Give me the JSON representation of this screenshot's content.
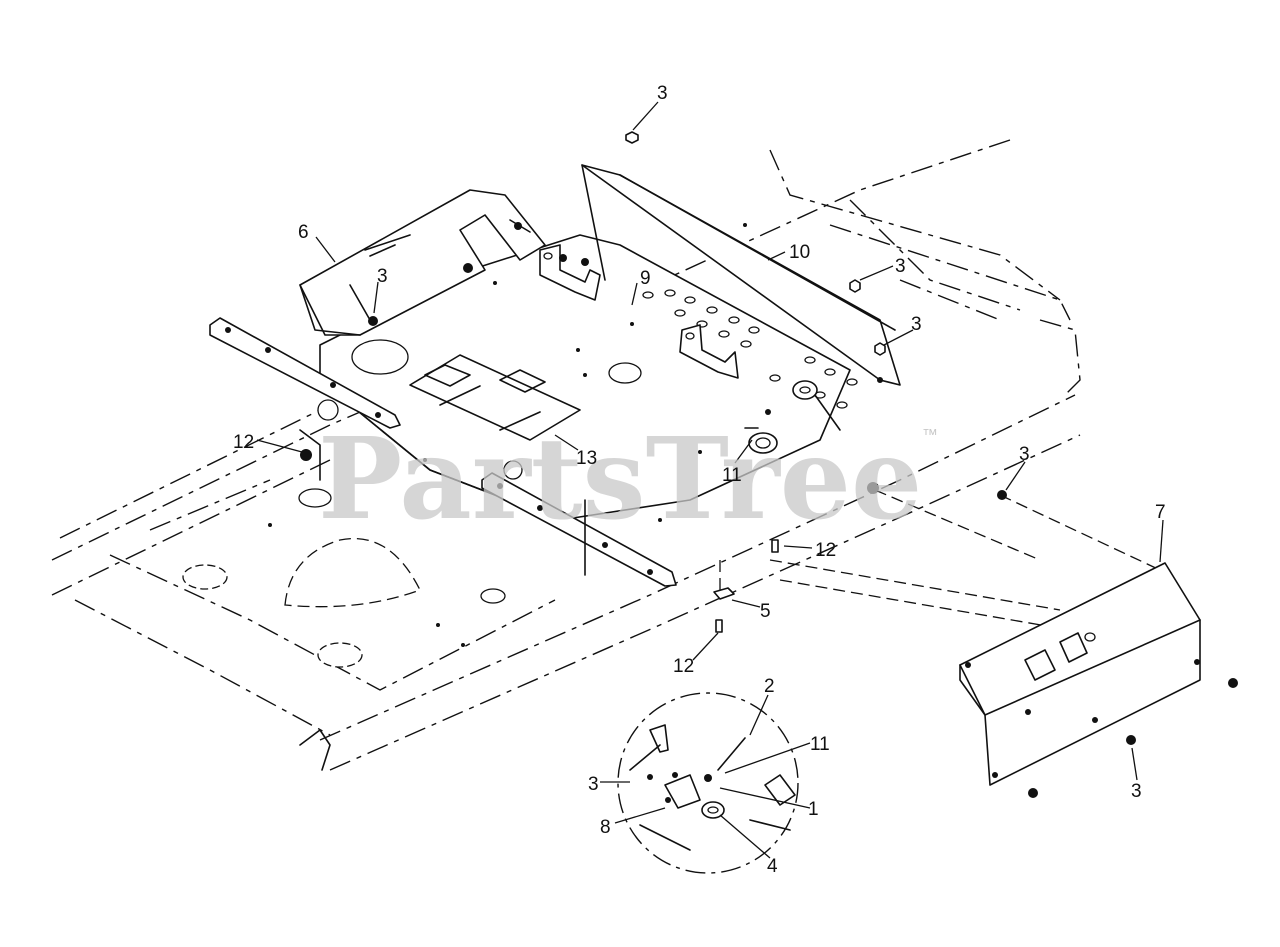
{
  "watermark": {
    "text": "PartsTree",
    "trademark": "™"
  },
  "callouts": [
    {
      "id": "c3-top",
      "text": "3"
    },
    {
      "id": "c6",
      "text": "6"
    },
    {
      "id": "c3-shield",
      "text": "3"
    },
    {
      "id": "c10",
      "text": "10"
    },
    {
      "id": "c9",
      "text": "9"
    },
    {
      "id": "c3-right-a",
      "text": "3"
    },
    {
      "id": "c3-right-b",
      "text": "3"
    },
    {
      "id": "c12-left",
      "text": "12"
    },
    {
      "id": "c13",
      "text": "13"
    },
    {
      "id": "c11-mid",
      "text": "11"
    },
    {
      "id": "c3-panel-top",
      "text": "3"
    },
    {
      "id": "c7",
      "text": "7"
    },
    {
      "id": "c12-mid",
      "text": "12"
    },
    {
      "id": "c5",
      "text": "5"
    },
    {
      "id": "c12-low",
      "text": "12"
    },
    {
      "id": "c2",
      "text": "2"
    },
    {
      "id": "c11-detail",
      "text": "11"
    },
    {
      "id": "c3-detail",
      "text": "3"
    },
    {
      "id": "c1",
      "text": "1"
    },
    {
      "id": "c8",
      "text": "8"
    },
    {
      "id": "c4",
      "text": "4"
    },
    {
      "id": "c3-panel-bottom",
      "text": "3"
    }
  ]
}
